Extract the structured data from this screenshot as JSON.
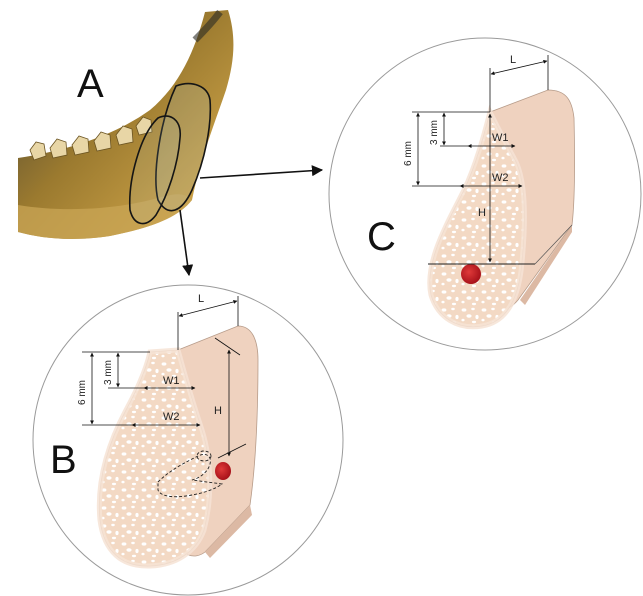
{
  "panels": {
    "a": {
      "letter": "A"
    },
    "b": {
      "letter": "B",
      "labels": {
        "length": "L",
        "height": "H",
        "width1": "W1",
        "width2": "W2",
        "dist_6mm": "6 mm",
        "dist_3mm": "3 mm"
      }
    },
    "c": {
      "letter": "C",
      "labels": {
        "length": "L",
        "height": "H",
        "width1": "W1",
        "width2": "W2",
        "dist_6mm": "6 mm",
        "dist_3mm": "3 mm"
      }
    }
  },
  "colors": {
    "bone_face": "#f5dfcf",
    "bone_side": "#eed0bc",
    "pore": "#ffffff",
    "canal": "#c8161d",
    "jaw": "#b08a35",
    "ink": "#1a1a1a"
  }
}
